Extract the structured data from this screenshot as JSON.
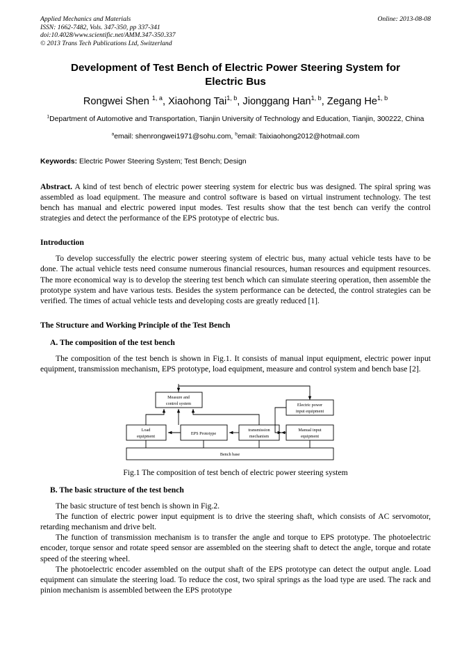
{
  "masthead": {
    "journal": "Applied Mechanics and Materials",
    "issn": "ISSN: 1662-7482, Vols. 347-350, pp 337-341",
    "doi": "doi:10.4028/www.scientific.net/AMM.347-350.337",
    "copyright": "© 2013 Trans Tech Publications Ltd, Switzerland",
    "online": "Online: 2013-08-08"
  },
  "paper": {
    "title": "Development of Test Bench of Electric Power Steering System for Electric Bus",
    "authors_html": "Rongwei Shen <sup>1, a</sup>, Xiaohong Tai<sup>1, b</sup>, Jionggang Han<sup>1, b</sup>, Zegang He<sup>1, b</sup>",
    "affiliation_html": "<sup>1</sup>Department of Automotive and Transportation, Tianjin University of Technology and Education, Tianjin, 300222, China",
    "emails_html": "<sup>a</sup>email: shenrongwei1971@sohu.com, <sup>b</sup>email: Taixiaohong2012@hotmail.com",
    "keywords_label": "Keywords:",
    "keywords_value": "Electric Power Steering System; Test Bench; Design",
    "abstract_label": "Abstract.",
    "abstract_text": "A kind of test bench of electric power steering system for electric bus was designed. The spiral spring was assembled as load equipment. The measure and control software is based on virtual instrument technology. The test bench has manual and electric powered input modes. Test results show that the test bench can verify the control strategies and detect the performance of the EPS prototype of electric bus."
  },
  "sections": {
    "introduction_heading": "Introduction",
    "introduction_text": "To develop successfully the electric power steering system of electric bus, many actual vehicle tests have to be done. The actual vehicle tests need consume numerous financial resources, human resources and equipment resources. The more economical way is to develop the steering test bench which can simulate steering operation, then assemble the prototype system and have various tests. Besides the system performance can be detected, the control strategies can be verified. The times of actual vehicle tests and developing costs are greatly reduced [1].",
    "structure_heading": "The Structure and Working Principle of the Test Bench",
    "sub_a_heading": "A. The composition of the test bench",
    "sub_a_text": "The composition of the test bench is shown in Fig.1. It consists of manual input equipment, electric power input equipment, transmission mechanism, EPS prototype, load equipment, measure and control system and bench base [2].",
    "figure_caption": "Fig.1 The composition of test bench of electric power steering system",
    "sub_b_heading": "B. The basic structure of the test bench",
    "sub_b_text_1": "The basic structure of test bench is shown in Fig.2.",
    "sub_b_text_2": "The function of electric power input equipment is to drive the steering shaft, which consists of AC servomotor, retarding mechanism and drive belt.",
    "sub_b_text_3": "The function of transmission mechanism is to transfer the angle and torque to EPS prototype. The photoelectric encoder, torque sensor and rotate speed sensor are assembled on the steering shaft to detect the angle, torque and rotate speed of the steering wheel.",
    "sub_b_text_4": "The photoelectric encoder assembled on the output shaft of the EPS prototype can detect the output angle. Load equipment can simulate the steering load. To reduce the cost, two spiral springs as the load type are used. The rack and pinion mechanism is assembled between the EPS prototype"
  },
  "figure": {
    "blocks": {
      "measure_control": "Measure and\ncontrol system",
      "electric_power_input": "Electric power\ninput equipment",
      "load_equipment": "Load\nequipment",
      "eps_prototype": "EPS Prototype",
      "transmission_mechanism": "transmission\nmechanism",
      "manual_input": "Manual input\nequipment",
      "bench_base": "Bench base"
    },
    "stroke_color": "#000000",
    "fill_color": "#ffffff"
  }
}
